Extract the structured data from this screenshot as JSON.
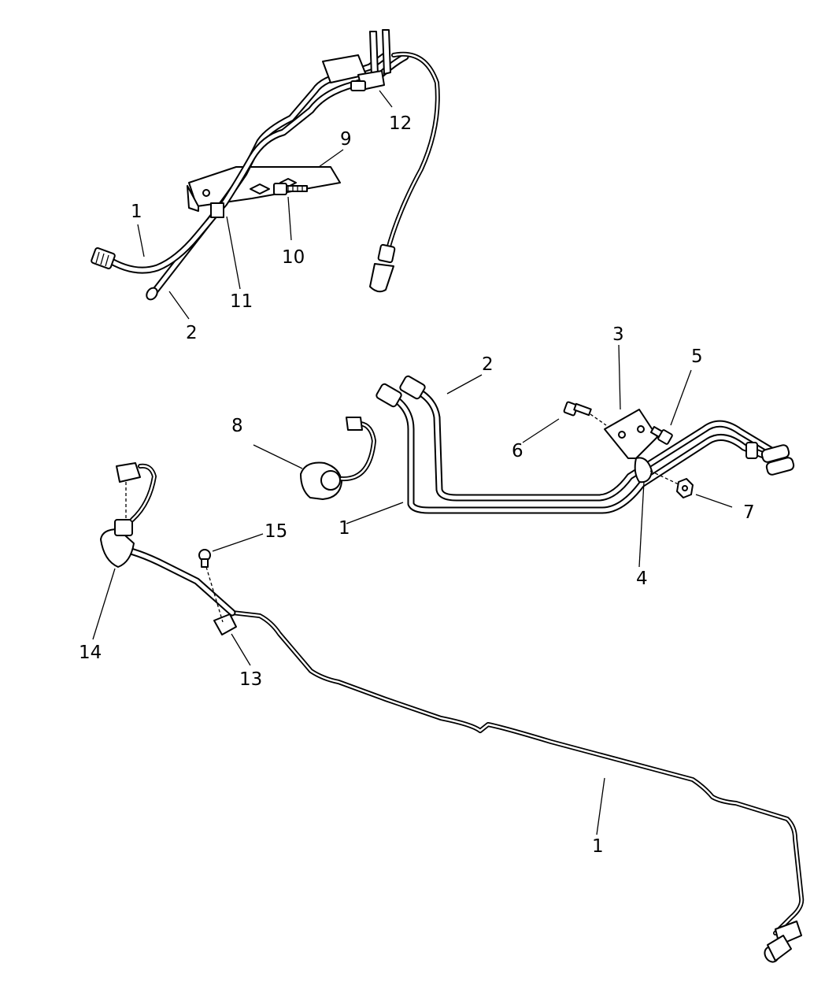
{
  "callouts": [
    {
      "id": "upper-1",
      "text": "1"
    },
    {
      "id": "upper-2",
      "text": "2"
    },
    {
      "id": "upper-9",
      "text": "9"
    },
    {
      "id": "upper-10",
      "text": "10"
    },
    {
      "id": "upper-11",
      "text": "11"
    },
    {
      "id": "upper-12",
      "text": "12"
    },
    {
      "id": "mid-1",
      "text": "1"
    },
    {
      "id": "mid-2",
      "text": "2"
    },
    {
      "id": "mid-3",
      "text": "3"
    },
    {
      "id": "mid-4",
      "text": "4"
    },
    {
      "id": "mid-5",
      "text": "5"
    },
    {
      "id": "mid-6",
      "text": "6"
    },
    {
      "id": "mid-7",
      "text": "7"
    },
    {
      "id": "mid-8",
      "text": "8"
    },
    {
      "id": "low-1",
      "text": "1"
    },
    {
      "id": "low-13",
      "text": "13"
    },
    {
      "id": "low-14",
      "text": "14"
    },
    {
      "id": "low-15",
      "text": "15"
    }
  ]
}
